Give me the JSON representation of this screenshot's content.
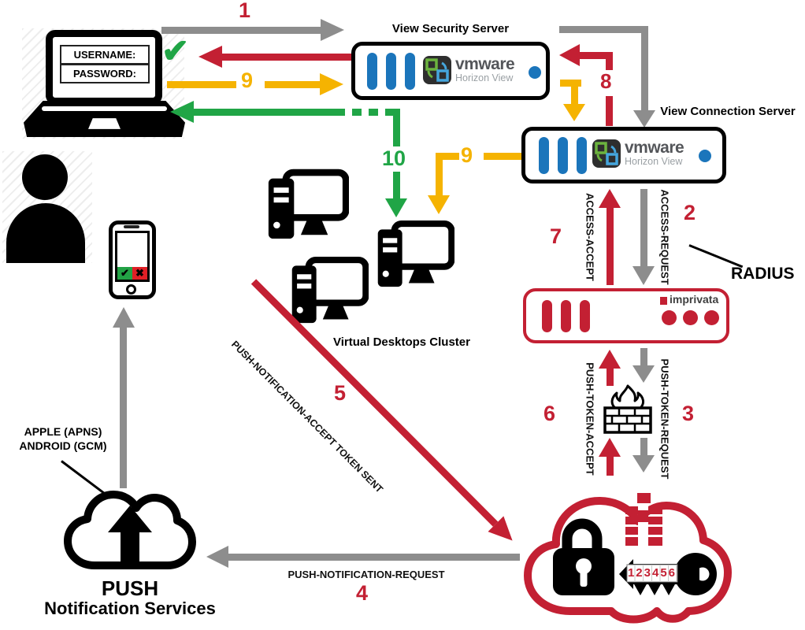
{
  "colors": {
    "red": "#c32033",
    "gray": "#8d8d8d",
    "yellow": "#f5b301",
    "green": "#20a546",
    "blue": "#1b75bb",
    "imprivata_red": "#c32033"
  },
  "laptop": {
    "username": "USERNAME:",
    "password": "PASSWORD:"
  },
  "icons": {
    "check": "✔",
    "cross": "✖"
  },
  "servers": {
    "security": {
      "title": "View Security Server",
      "brand": "vmware",
      "brand_sub": "Horizon View"
    },
    "connection": {
      "title": "View Connection Server",
      "brand": "vmware",
      "brand_sub": "Horizon View"
    },
    "imprivata": {
      "brand": "imprivata"
    }
  },
  "desktops": {
    "label": "Virtual Desktops Cluster"
  },
  "push_cloud": {
    "line1": "PUSH",
    "line2": "Notification Services",
    "apple": "APPLE (APNS)",
    "android": "ANDROID (GCM)"
  },
  "token_cloud": {
    "key_digits": "123456"
  },
  "radius_label": "RADIUS",
  "steps": {
    "s1": "1",
    "s2": "2",
    "s3": "3",
    "s4": "4",
    "s5": "5",
    "s6": "6",
    "s7": "7",
    "s8": "8",
    "s9a": "9",
    "s9b": "9",
    "s10": "10"
  },
  "flow_labels": {
    "access_accept": "ACCESS-ACCEPT",
    "access_request": "ACCESS-REQUEST",
    "push_token_accept": "PUSH-TOKEN-ACCEPT",
    "push_token_request": "PUSH-TOKEN-REQUEST",
    "push_notification_request": "PUSH-NOTIFICATION-REQUEST",
    "push_notification_accept_sent": "PUSH-NOTIFICATION-ACCEPT TOKEN SENT"
  }
}
